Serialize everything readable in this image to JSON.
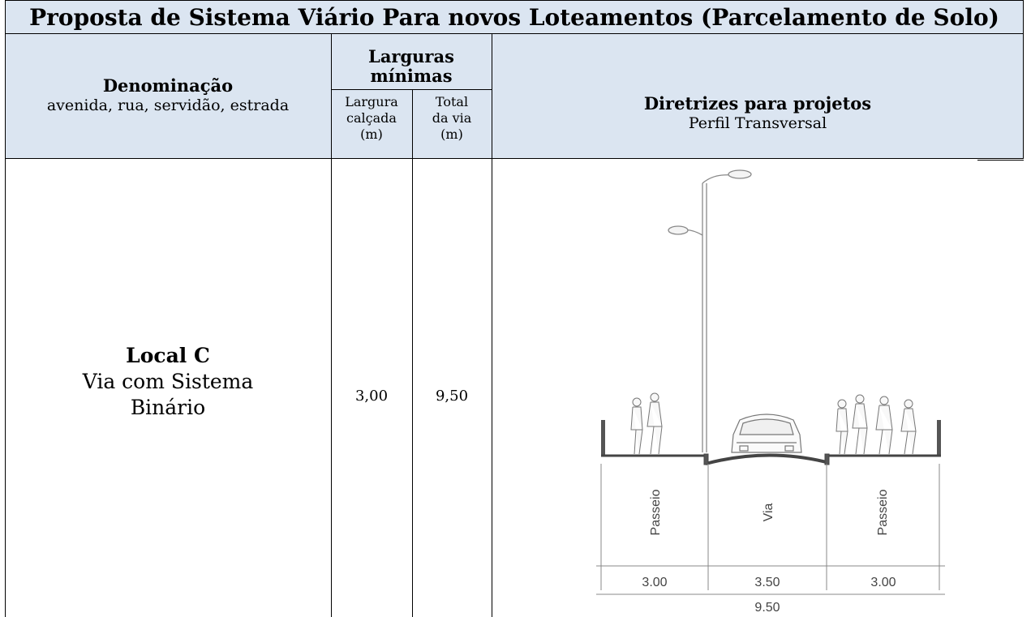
{
  "title": "Proposta de Sistema Viário Para novos Loteamentos (Parcelamento de Solo)",
  "header": {
    "denominacao_title": "Denominação",
    "denominacao_sub": "avenida, rua, servidão, estrada",
    "larguras_title_line1": "Larguras",
    "larguras_title_line2": "mínimas",
    "calcada_line1": "Largura",
    "calcada_line2": "calçada",
    "calcada_line3": "(m)",
    "total_line1": "Total",
    "total_line2": "da via",
    "total_line3": "(m)",
    "diretrizes_title": "Diretrizes para projetos",
    "diretrizes_sub": "Perfil Transversal"
  },
  "row": {
    "name": "Local C",
    "desc_line1": "Via com Sistema",
    "desc_line2": "Binário",
    "largura_calcada": "3,00",
    "total_via": "9,50"
  },
  "diagram": {
    "label_left": "Passeio",
    "label_center": "Via",
    "label_right": "Passeio",
    "dim_left": "3.00",
    "dim_center": "3.50",
    "dim_right": "3.00",
    "dim_total": "9.50"
  }
}
